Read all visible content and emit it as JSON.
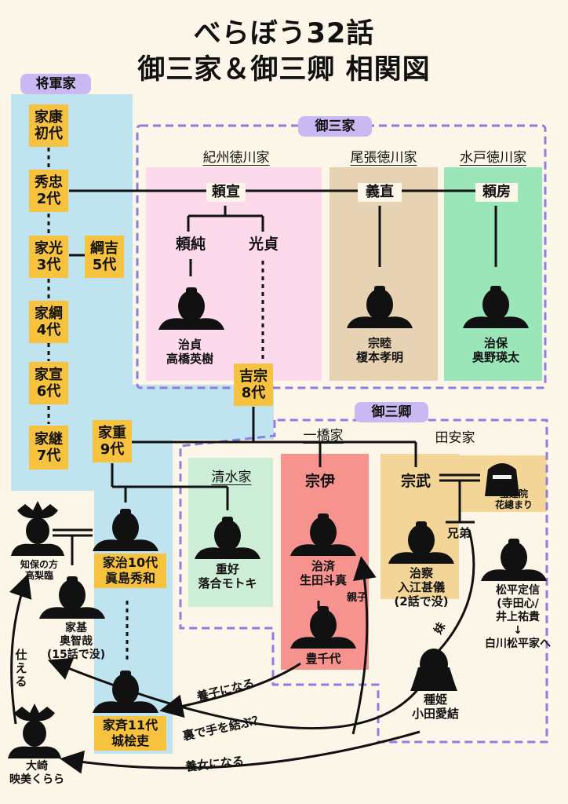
{
  "title": {
    "line1": "べらぼう32話",
    "line2": "御三家＆御三卿 相関図"
  },
  "tags": {
    "shogun": "将軍家",
    "gosanke": "御三家",
    "gosankyo": "御三卿"
  },
  "houses": {
    "kishu": "紀州徳川家",
    "owari": "尾張徳川家",
    "mito": "水戸徳川家",
    "hitotsubashi": "一橋家",
    "tayasu": "田安家",
    "shimizu": "清水家"
  },
  "shoguns": [
    {
      "name": "家康",
      "gen": "初代"
    },
    {
      "name": "秀忠",
      "gen": "2代"
    },
    {
      "name": "家光",
      "gen": "3代"
    },
    {
      "name": "家綱",
      "gen": "4代"
    },
    {
      "name": "家宣",
      "gen": "6代"
    },
    {
      "name": "家継",
      "gen": "7代"
    },
    {
      "name": "綱吉",
      "gen": "5代"
    },
    {
      "name": "吉宗",
      "gen": "8代"
    },
    {
      "name": "家重",
      "gen": "9代"
    }
  ],
  "founders": {
    "yorinobu": "頼宣",
    "yoshinao": "義直",
    "yorifusa": "頼房",
    "yorimoto": "頼純",
    "mitsusada": "光貞"
  },
  "clan_heads": {
    "munetada": "宗伊",
    "munetake": "宗武"
  },
  "portraits": {
    "haruyoshi": {
      "role": "治貞",
      "actor": "高橋英樹"
    },
    "munechika": {
      "role": "宗睦",
      "actor": "榎本孝明"
    },
    "harumori": {
      "role": "治保",
      "actor": "奥野瑛太"
    },
    "ieharu": {
      "role": "家治10代",
      "actor": "眞島秀和"
    },
    "ienari": {
      "role": "家斉11代",
      "actor": "城桧吏"
    },
    "shigeyoshi": {
      "role": "重好",
      "actor": "落合モトキ"
    },
    "harusada": {
      "role": "治済",
      "actor": "生田斗真"
    },
    "toyochiyo": {
      "role": "豊千代"
    },
    "harusato": {
      "role": "治察",
      "actor": "入江甚儀",
      "note": "(2話で没)"
    },
    "hourenin": {
      "role": "宝蓮院",
      "actor": "花總まり"
    },
    "sadanobu": {
      "role": "松平定信",
      "actor1": "(寺田心/",
      "actor2": "井上祐貴",
      "arrow": "↓",
      "dest": "白川松平家へ"
    },
    "tanehime": {
      "role": "種姫",
      "actor": "小田愛結"
    },
    "chiho": {
      "role": "知保の方",
      "actor": "高梨臨"
    },
    "iemoto": {
      "role": "家基",
      "actor": "奥智哉",
      "note": "(15話で没)"
    },
    "osaki": {
      "role": "大崎",
      "actor": "映美くらら"
    }
  },
  "relations": {
    "oyako": "親子",
    "kyodai": "兄弟",
    "imouto": "妹",
    "tsukaeru": "仕える",
    "yoshi": "養子になる",
    "ura": "裏で手を結ぶ？",
    "yojo": "養女になる"
  },
  "colors": {
    "bg": "#fcf6e8",
    "shogun_panel": "#bfe3ef",
    "kishu": "#fdd9ec",
    "owari": "#e7d3b3",
    "mito": "#9be6b8",
    "hitotsubashi": "#f7938f",
    "tayasu": "#f3d597",
    "shimizu": "#cdeed6",
    "gen_box": "#f7c23e",
    "tag": "#c9b8f1",
    "dashed": "#8e7fdc"
  }
}
